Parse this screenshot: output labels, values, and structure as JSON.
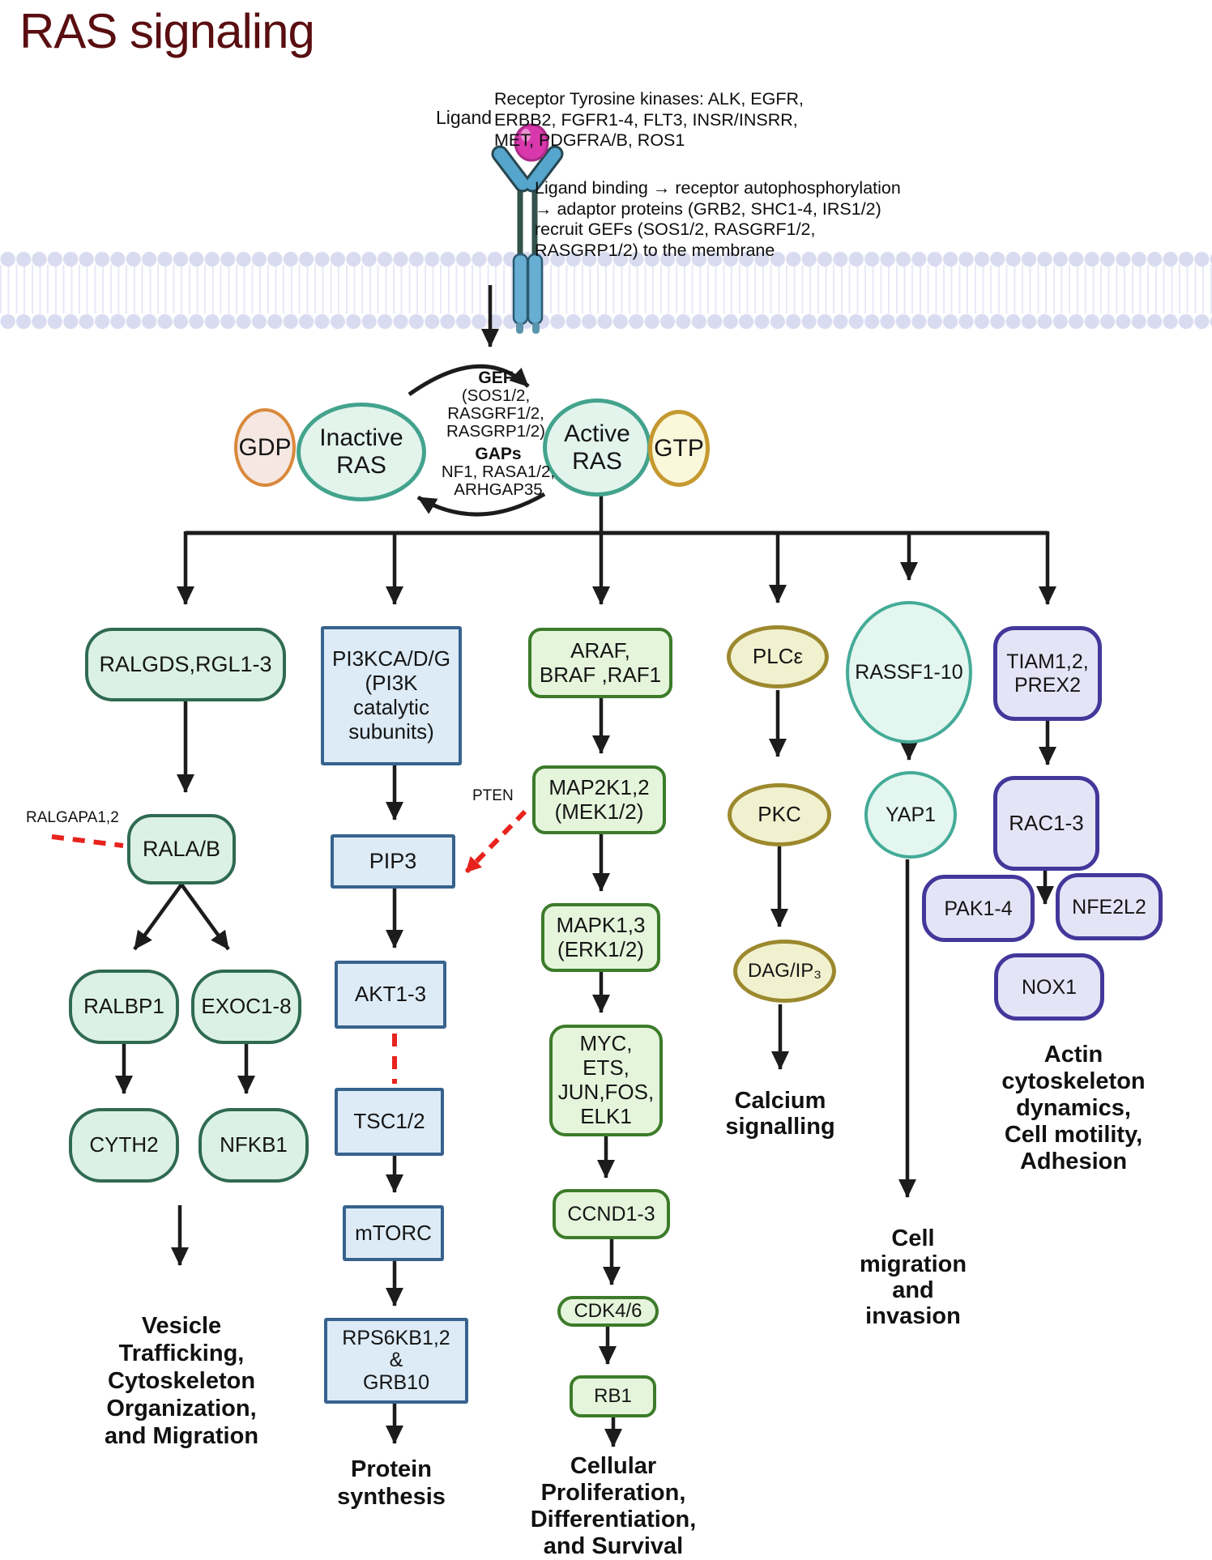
{
  "title": "RAS signaling",
  "colors": {
    "title_text": "#5a0e11",
    "mint_fill": "#dbf1e6",
    "mint_border": "#2f6a52",
    "ras_fill": "#e2f4ec",
    "ras_border": "#43a38d",
    "gdp_fill": "#f6e7e2",
    "gdp_border": "#d9893b",
    "gtp_fill": "#faf7da",
    "gtp_border": "#c5992f",
    "blue_fill": "#dcebf6",
    "blue_border": "#37638e",
    "green_fill": "#e5f5db",
    "green_border": "#3c7b2a",
    "olive_fill": "#f1f1cf",
    "olive_border": "#9c892e",
    "teal_ellipse_fill": "#e3f6ef",
    "teal_ellipse_border": "#44ab97",
    "purple_fill": "#e5e4f7",
    "purple_border": "#44379a",
    "inhibit_red": "#e8231d",
    "arrow_black": "#1c1c1c",
    "ligand_ball": "#d938ac",
    "receptor_blue": "#55a5cc",
    "membrane_head": "#d9dbf0"
  },
  "receptor": {
    "ligand_label": "Ligand",
    "rtk_text": "Receptor Tyrosine kinases: ALK, EGFR,\nERBB2, FGFR1-4, FLT3, INSR/INSRR,\nMET, PDGFRA/B, ROS1",
    "binding_text": "Ligand binding → receptor autophosphorylation\n→ adaptor proteins (GRB2, SHC1-4, IRS1/2)\nrecruit GEFs (SOS1/2, RASGRF1/2,\nRASGRP1/2) to the membrane"
  },
  "cycle": {
    "gdp": "GDP",
    "inactive": "Inactive\nRAS",
    "active": "Active\nRAS",
    "gtp": "GTP",
    "gef_title": "GEF",
    "gef_list": "(SOS1/2,\nRASGRF1/2,\nRASGRP1/2)",
    "gaps_title": "GAPs",
    "gaps_list": "NF1, RASA1/2,\nARHGAP35"
  },
  "nodes": {
    "ralgds": "RALGDS,RGL1-3",
    "ralgapa": "RALGAPA1,2",
    "rala": "RALA/B",
    "ralbp1": "RALBP1",
    "exoc": "EXOC1-8",
    "cyth2": "CYTH2",
    "nfkb1": "NFKB1",
    "pi3k": "PI3KCA/D/G\n(PI3K\ncatalytic\nsubunits)",
    "pten": "PTEN",
    "pip3": "PIP3",
    "akt": "AKT1-3",
    "tsc": "TSC1/2",
    "mtorc": "mTORC",
    "rps6kb": "RPS6KB1,2\n&\nGRB10",
    "araf": "ARAF,\nBRAF ,RAF1",
    "map2k": "MAP2K1,2\n(MEK1/2)",
    "mapk": "MAPK1,3\n(ERK1/2)",
    "myc": "MYC,\nETS,\nJUN,FOS,\nELK1",
    "ccnd": "CCND1-3",
    "cdk": "CDK4/6",
    "rb1": "RB1",
    "plce": "PLCε",
    "pkc": "PKC",
    "dag": "DAG/IP₃",
    "rassf": "RASSF1-10",
    "yap1": "YAP1",
    "tiam": "TIAM1,2,\nPREX2",
    "rac": "RAC1-3",
    "pak": "PAK1-4",
    "nfe2l2": "NFE2L2",
    "nox1": "NOX1"
  },
  "outcomes": {
    "vesicle": "Vesicle\nTrafficking,\nCytoskeleton\nOrganization,\nand Migration",
    "protein": "Protein\nsynthesis",
    "cellular": "Cellular\nProliferation,\nDifferentiation,\nand Survival",
    "calcium": "Calcium\nsignalling",
    "migration": "Cell\nmigration\nand\ninvasion",
    "actin": "Actin\ncytoskeleton\ndynamics,\nCell motility,\nAdhesion"
  }
}
